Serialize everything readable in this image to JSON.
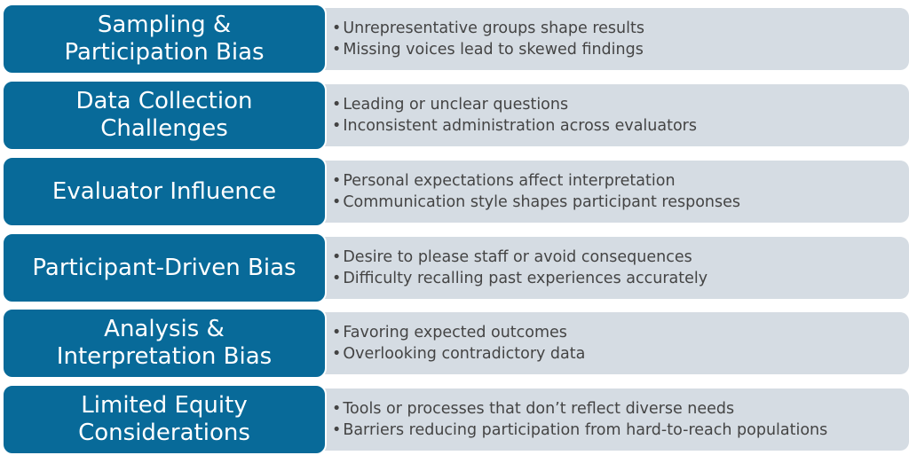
{
  "rows": [
    {
      "title": "Sampling &\nParticipation Bias",
      "bullets": [
        "Unrepresentative groups shape results",
        "Missing voices lead to skewed findings"
      ]
    },
    {
      "title": "Data Collection\nChallenges",
      "bullets": [
        "Leading or unclear questions",
        "Inconsistent administration across evaluators"
      ]
    },
    {
      "title": "Evaluator Influence",
      "bullets": [
        "Personal expectations affect interpretation",
        "Communication style shapes participant responses"
      ]
    },
    {
      "title": "Participant-Driven Bias",
      "bullets": [
        "Desire to please staff or avoid consequences",
        "Difficulty recalling past experiences accurately"
      ]
    },
    {
      "title": "Analysis &\nInterpretation Bias",
      "bullets": [
        "Favoring expected outcomes",
        "Overlooking contradictory data"
      ]
    },
    {
      "title": "Limited Equity\nConsiderations",
      "bullets": [
        "Tools or processes that don’t reflect diverse needs",
        "Barriers reducing participation from hard-to-reach populations"
      ]
    }
  ],
  "colors": {
    "header": "#086a99",
    "body": "#d5dce3",
    "text": "#444444"
  }
}
